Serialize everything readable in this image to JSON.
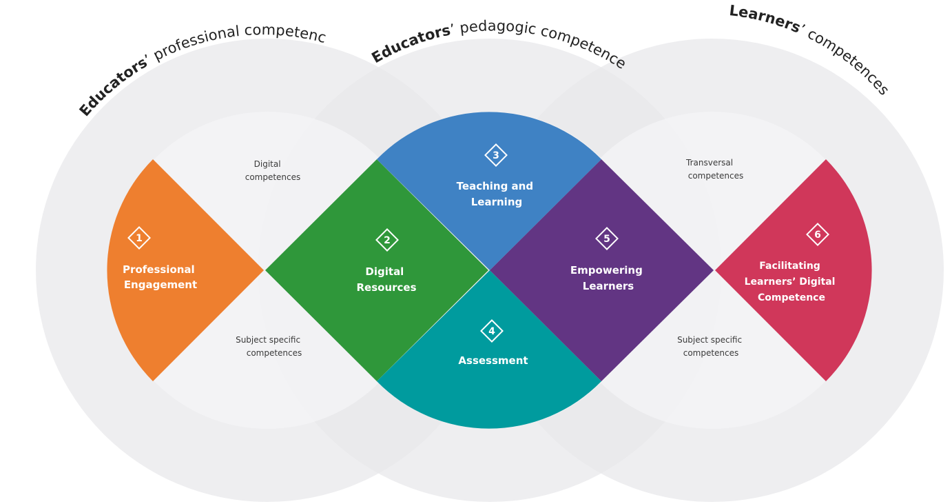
{
  "header": {
    "educators_professional": {
      "bold": "Educators",
      "rest": "’ professional competences"
    },
    "educators_pedagogic": {
      "bold": "Educators",
      "rest": "’ pedagogic competences"
    },
    "learners": {
      "bold": "Learners",
      "rest": "’ competences"
    }
  },
  "ring_labels": {
    "digital": [
      "Digital",
      "competences"
    ],
    "subject_specific_left": [
      "Subject specific",
      "competences"
    ],
    "transversal": [
      "Transversal",
      "competences"
    ],
    "subject_specific_right": [
      "Subject specific",
      "competences"
    ]
  },
  "areas": [
    {
      "number": "1",
      "title": [
        "Professional",
        "Engagement"
      ],
      "color": "#ee7f2f"
    },
    {
      "number": "2",
      "title": [
        "Digital",
        "Resources"
      ],
      "color": "#2f973a"
    },
    {
      "number": "3",
      "title": [
        "Teaching and",
        "Learning"
      ],
      "color": "#3f82c4"
    },
    {
      "number": "4",
      "title": [
        "Assessment"
      ],
      "color": "#009b9e"
    },
    {
      "number": "5",
      "title": [
        "Empowering",
        "Learners"
      ],
      "color": "#623583"
    },
    {
      "number": "6",
      "title": [
        "Facilitating",
        "Learners’ Digital",
        "Competence"
      ],
      "color": "#d0375a"
    }
  ],
  "colors": {
    "outer_circle": "#e8e8eb",
    "inner_circle": "#f3f3f5",
    "text": "#222222"
  }
}
